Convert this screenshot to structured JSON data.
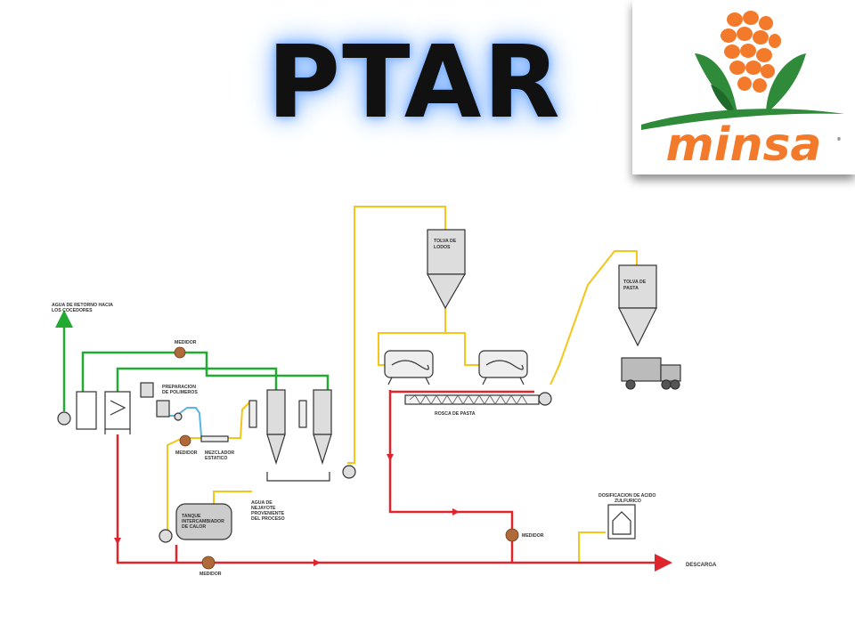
{
  "title": "PTAR",
  "brand": {
    "name": "minsa",
    "colors": {
      "orange": "#f37a2a",
      "green": "#2f8a3a"
    }
  },
  "colors": {
    "green_line": "#22aa33",
    "yellow_line": "#f5c518",
    "red_line": "#e0242c",
    "blue_line": "#5ab4e6",
    "meter": "#b06a3a"
  },
  "labels": {
    "agua_retorno": [
      "AGUA DE RETORNO HACIA",
      "LOS COCEDORES"
    ],
    "medidor": "MEDIDOR",
    "preparacion": [
      "PREPARACION",
      "DE POLIMEROS"
    ],
    "mezclador": [
      "MEZCLADOR",
      "ESTATICO"
    ],
    "tolva_lodos": [
      "TOLVA DE",
      "LODOS"
    ],
    "tolva_pasta": [
      "TOLVA DE",
      "PASTA"
    ],
    "rosca": "ROSCA DE PASTA",
    "dosificacion": [
      "DOSIFICACION DE ACIDO",
      "ZULFURICO"
    ],
    "tanque": [
      "TANQUE",
      "INTERCAMBIADOR",
      "DE CALOR"
    ],
    "agua_nejayote": [
      "AGUA DE",
      "NEJAYOTE",
      "PROVENIENTE",
      "DEL PROCESO"
    ],
    "descarga": "DESCARGA"
  }
}
